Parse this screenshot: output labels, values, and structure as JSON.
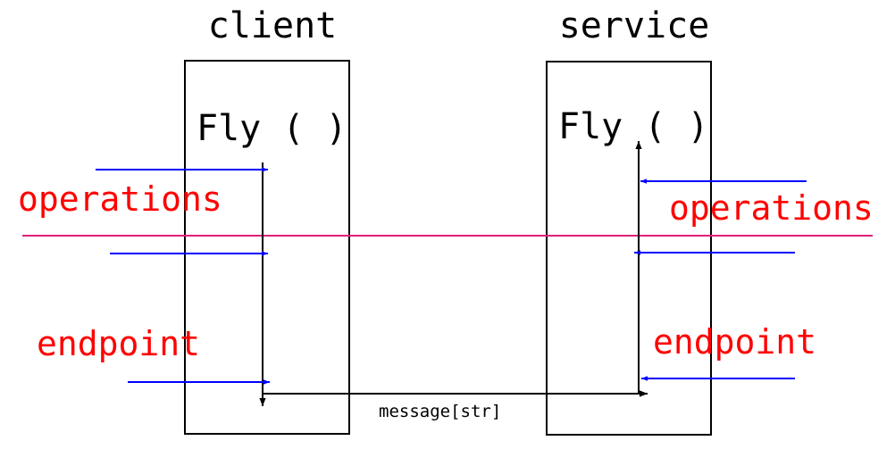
{
  "labels": {
    "client_title": "client",
    "service_title": "service",
    "client_method": "Fly ( )",
    "service_method": "Fly ( )",
    "left_operations": "operations",
    "right_operations": "operations",
    "left_endpoint": "endpoint",
    "right_endpoint": "endpoint",
    "message": "message[str]"
  },
  "colors": {
    "background": "#ffffff",
    "box_stroke": "#000000",
    "flow_line": "#000000",
    "input_arrows": "#0000ff",
    "divider_line": "#e0207a",
    "red_text": "#ff0000",
    "black_text": "#000000"
  }
}
